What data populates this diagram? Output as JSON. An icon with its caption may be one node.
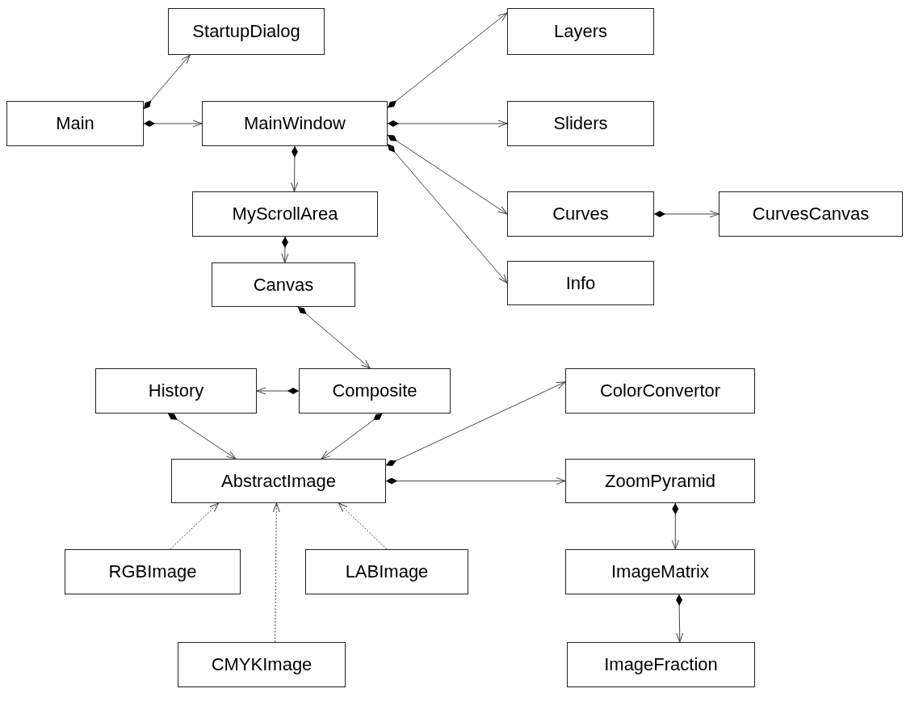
{
  "diagram": {
    "nodes": [
      {
        "text": [
          "Main"
        ]
      },
      {
        "text": [
          "StartupDialog"
        ]
      },
      {
        "text": [
          "MainWindow"
        ]
      },
      {
        "text": [
          "Layers"
        ]
      },
      {
        "text": [
          "Sliders"
        ]
      },
      {
        "text": [
          "MyScrollArea"
        ]
      },
      {
        "text": [
          "Curves"
        ]
      },
      {
        "text": [
          "CurvesCanvas"
        ]
      },
      {
        "text": [
          "Canvas"
        ]
      },
      {
        "text": [
          "Info"
        ]
      },
      {
        "text": [
          "History"
        ]
      },
      {
        "text": [
          "Composite"
        ]
      },
      {
        "text": [
          "ColorConvertor"
        ]
      },
      {
        "text": [
          "AbstractImage"
        ]
      },
      {
        "text": [
          "ZoomPyramid"
        ]
      },
      {
        "text": [
          "RGBImage"
        ]
      },
      {
        "text": [
          "LABImage"
        ]
      },
      {
        "text": [
          "ImageMatrix"
        ]
      },
      {
        "text": [
          "CMYKImage"
        ]
      },
      {
        "text": [
          "ImageFraction"
        ]
      }
    ],
    "edges": [
      {
        "from": 0,
        "to": 1,
        "arrow": "to"
      },
      {
        "from": 0,
        "to": 2,
        "arrow": "to"
      },
      {
        "from": 2,
        "to": 3,
        "arrow": "to"
      },
      {
        "from": 2,
        "to": 4,
        "arrow": "to"
      },
      {
        "from": 2,
        "to": 6,
        "arrow": "to"
      },
      {
        "from": 2,
        "to": 9,
        "arrow": "to"
      },
      {
        "from": 2,
        "to": 5,
        "arrow": "to"
      },
      {
        "from": 6,
        "to": 7,
        "arrow": "to"
      },
      {
        "from": 5,
        "to": 8,
        "arrow": "to"
      },
      {
        "from": 8,
        "to": 11,
        "arrow": "to"
      },
      {
        "from": 11,
        "to": 10,
        "arrow": "to"
      },
      {
        "from": 10,
        "to": 13,
        "arrow": "to"
      },
      {
        "from": 11,
        "to": 13,
        "arrow": "to"
      },
      {
        "from": 13,
        "to": 12,
        "arrow": "to"
      },
      {
        "from": 13,
        "to": 14,
        "arrow": "to"
      },
      {
        "from": 14,
        "to": 17,
        "arrow": "to"
      },
      {
        "from": 17,
        "to": 19,
        "arrow": "to"
      },
      {
        "from": 15,
        "to": 13,
        "arrow": "to",
        "style": "dashed"
      },
      {
        "from": 18,
        "to": 13,
        "arrow": "to",
        "style": "dashed"
      },
      {
        "from": 16,
        "to": 13,
        "arrow": "to",
        "style": "dashed"
      }
    ]
  }
}
